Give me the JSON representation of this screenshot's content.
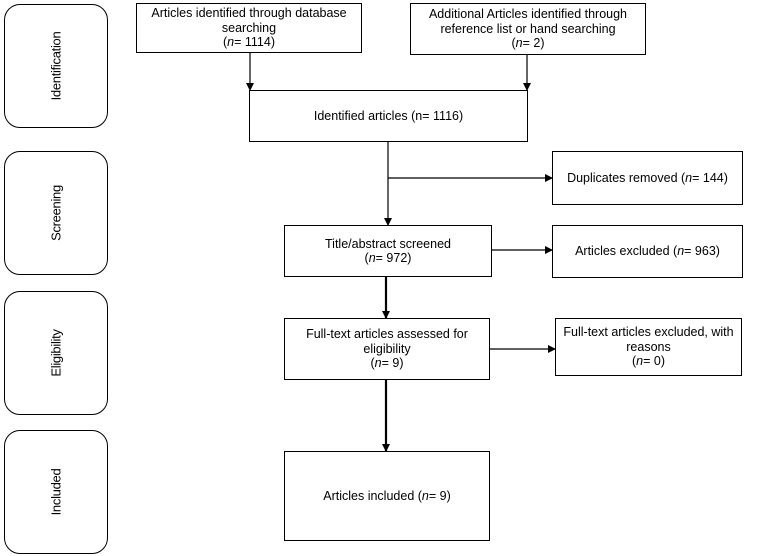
{
  "phases": {
    "identification": "Identification",
    "screening": "Screening",
    "eligibility": "Eligibility",
    "included": "Included"
  },
  "boxes": {
    "database": {
      "text": "Articles identified through database searching",
      "n_prefix": "(",
      "n_italic": "n",
      "n_suffix": "= 1114)"
    },
    "additional": {
      "text": "Additional Articles identified through reference list or hand searching",
      "n_prefix": "(",
      "n_italic": "n",
      "n_suffix": "= 2)"
    },
    "identified": {
      "text": "Identified articles (n= 1116)"
    },
    "duplicates": {
      "text": "Duplicates removed (",
      "n_italic": "n",
      "n_suffix": "= 144)"
    },
    "screened": {
      "text": "Title/abstract screened",
      "n_prefix": "(",
      "n_italic": "n",
      "n_suffix": "= 972)"
    },
    "excluded": {
      "text": "Articles excluded (",
      "n_italic": "n",
      "n_suffix": "= 963)"
    },
    "fulltext": {
      "text": "Full-text articles assessed for eligibility",
      "n_prefix": "(",
      "n_italic": "n",
      "n_suffix": "= 9)"
    },
    "fulltext_excluded": {
      "text": "Full-text articles excluded, with reasons",
      "n_prefix": "(",
      "n_italic": "n",
      "n_suffix": "= 0)"
    },
    "included": {
      "text": "Articles included (",
      "n_italic": "n",
      "n_suffix": "= 9)"
    }
  }
}
